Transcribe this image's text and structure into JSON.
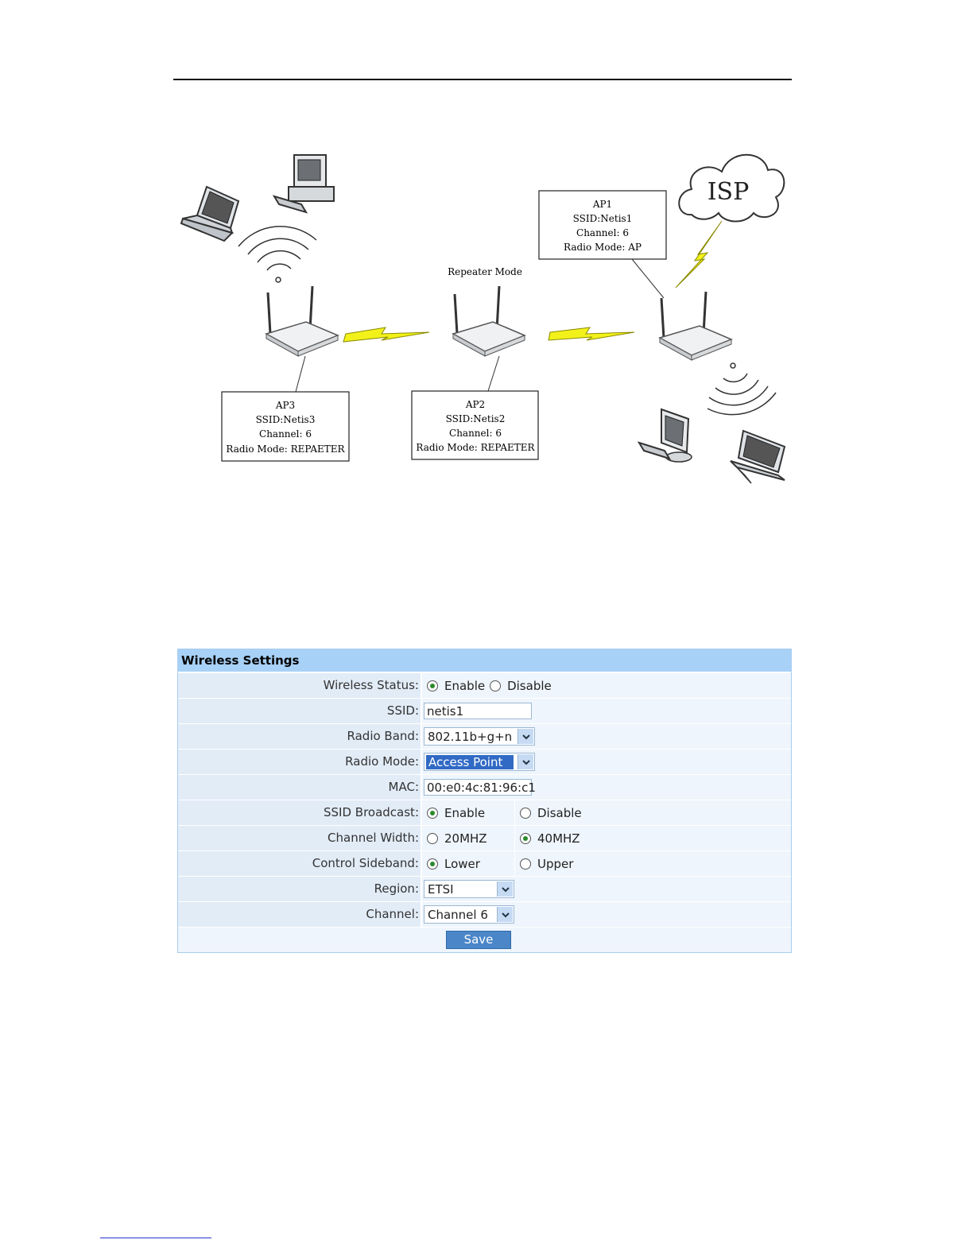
{
  "diagram": {
    "isp_label": "ISP",
    "repeater_mode_label": "Repeater Mode",
    "ap1": {
      "name": "AP1",
      "ssid": "SSID:Netis1",
      "channel": "Channel: 6",
      "radio_mode": "Radio Mode: AP"
    },
    "ap2": {
      "name": "AP2",
      "ssid": "SSID:Netis2",
      "channel": "Channel: 6",
      "radio_mode": "Radio Mode: REPAETER"
    },
    "ap3": {
      "name": "AP3",
      "ssid": "SSID:Netis3",
      "channel": "Channel: 6",
      "radio_mode": "Radio Mode: REPAETER"
    },
    "colors": {
      "lightning": "#f2f21a",
      "lightning_stroke": "#8a8a00"
    }
  },
  "settings": {
    "title": "Wireless Settings",
    "wireless_status": {
      "label": "Wireless Status:",
      "enable": "Enable",
      "disable": "Disable",
      "selected": "Enable"
    },
    "ssid": {
      "label": "SSID:",
      "value": "netis1"
    },
    "radio_band": {
      "label": "Radio Band:",
      "value": "802.11b+g+n"
    },
    "radio_mode": {
      "label": "Radio Mode:",
      "value": "Access Point"
    },
    "mac": {
      "label": "MAC:",
      "value": "00:e0:4c:81:96:c1"
    },
    "ssid_broadcast": {
      "label": "SSID Broadcast:",
      "enable": "Enable",
      "disable": "Disable",
      "selected": "Enable"
    },
    "channel_width": {
      "label": "Channel Width:",
      "opt1": "20MHZ",
      "opt2": "40MHZ",
      "selected": "40MHZ"
    },
    "control_sideband": {
      "label": "Control Sideband:",
      "opt1": "Lower",
      "opt2": "Upper",
      "selected": "Lower"
    },
    "region": {
      "label": "Region:",
      "value": "ETSI"
    },
    "channel": {
      "label": "Channel:",
      "value": "Channel 6"
    },
    "save_label": "Save",
    "colors": {
      "title_bg": "#a8d1f7",
      "label_bg": "#e2ecf7",
      "value_bg": "#eef5fc",
      "button": "#4a86c8"
    }
  }
}
